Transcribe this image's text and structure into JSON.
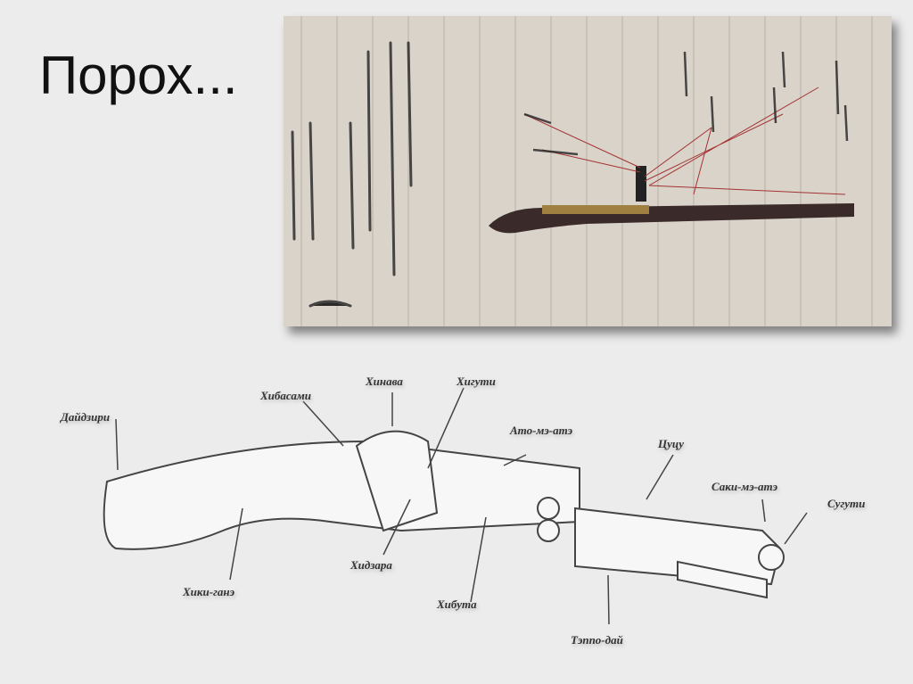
{
  "slide": {
    "title": "Порох..."
  },
  "diagram": {
    "labels": {
      "daidzuri": "Дайдзири",
      "hibasami": "Хибасами",
      "hinava": "Хинава",
      "higuti": "Хигути",
      "ato_me_ate": "Ато-мэ-атэ",
      "tsutsu": "Цуцу",
      "saki_me_ate": "Саки-мэ-атэ",
      "suguti": "Сугути",
      "hiki_gane": "Хики-ганэ",
      "hidzara": "Хидзара",
      "hibuta": "Хибута",
      "teppo_dai": "Тэппо-дай"
    }
  },
  "colors": {
    "background": "#ececec",
    "paper": "#d9d3ca",
    "ink": "#333333",
    "red_lines": "#a33333"
  }
}
